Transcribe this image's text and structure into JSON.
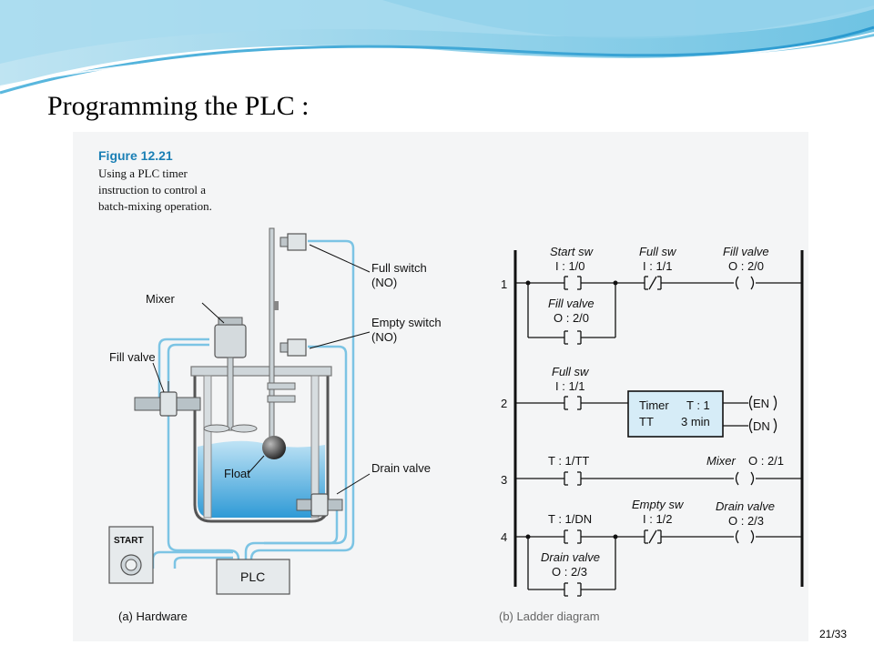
{
  "slide": {
    "title": "Programming the PLC :",
    "page_number": "21/33"
  },
  "figure": {
    "number": "Figure 12.21",
    "caption_lines": [
      "Using a PLC timer",
      "instruction to control a",
      "batch-mixing operation."
    ]
  },
  "hardware": {
    "labels": {
      "full_switch": "Full switch",
      "full_switch_type": "(NO)",
      "mixer": "Mixer",
      "empty_switch": "Empty switch",
      "empty_switch_type": "(NO)",
      "fill_valve": "Fill valve",
      "float": "Float",
      "drain_valve": "Drain valve",
      "start": "START",
      "plc": "PLC"
    },
    "subcaption": "(a)  Hardware"
  },
  "ladder": {
    "rungs": [
      {
        "number": "1"
      },
      {
        "number": "2"
      },
      {
        "number": "3"
      },
      {
        "number": "4"
      }
    ],
    "labels": {
      "start_sw_name": "Start sw",
      "start_sw_addr": "I : 1/0",
      "full_sw_name": "Full sw",
      "full_sw_addr": "I : 1/1",
      "fill_valve_name": "Fill valve",
      "fill_valve_addr": "O : 2/0",
      "fill_valve_branch_name": "Fill valve",
      "fill_valve_branch_addr": "O : 2/0",
      "r2_full_sw_name": "Full sw",
      "r2_full_sw_addr": "I : 1/1",
      "timer_line1_a": "Timer",
      "timer_line1_b": "T : 1",
      "timer_line2_a": "TT",
      "timer_line2_b": "3 min",
      "en": "EN",
      "dn": "DN",
      "t1_tt": "T : 1/TT",
      "mixer_name": "Mixer",
      "mixer_addr": "O : 2/1",
      "t1_dn": "T : 1/DN",
      "empty_sw_name": "Empty sw",
      "empty_sw_addr": "I : 1/2",
      "drain_valve_name": "Drain valve",
      "drain_valve_addr": "O : 2/3",
      "drain_valve_branch_name": "Drain valve",
      "drain_valve_branch_addr": "O : 2/3"
    },
    "subcaption": "(b)  Ladder diagram"
  }
}
